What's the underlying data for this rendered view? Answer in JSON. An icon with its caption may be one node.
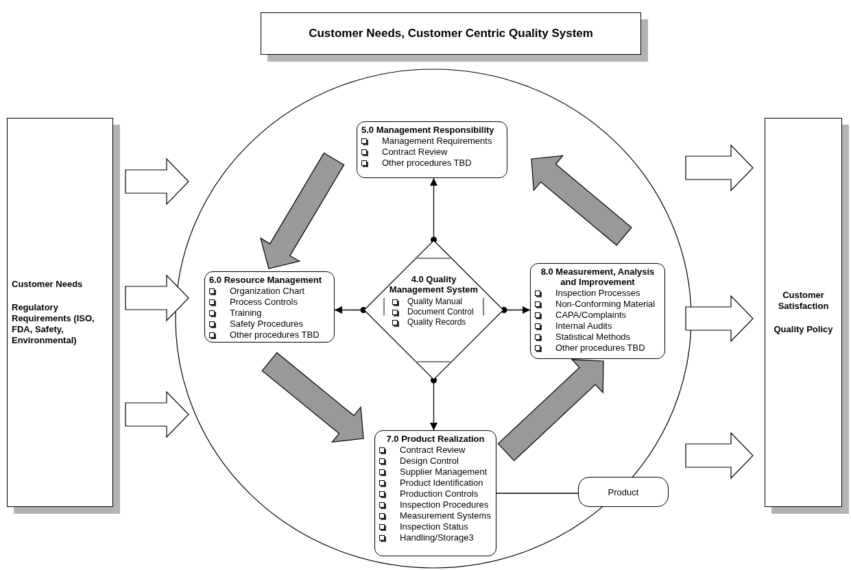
{
  "diagram": {
    "nodes": [
      {
        "text": [
          "Customer Needs, Customer Centric Quality System"
        ]
      },
      {
        "text": [
          "Customer Needs",
          "Regulatory Requirements (ISO, FDA, Safety, Environmental)"
        ]
      },
      {
        "text": [],
        "shape": "circle"
      },
      {
        "text": [
          "5.0 Management Responsibility",
          "Management Requirements",
          "Contract Review",
          "Other procedures TBD"
        ],
        "in": 2
      },
      {
        "text": [
          "6.0 Resource Management",
          "Organization Chart",
          "Process Controls",
          "Training",
          "Safety Procedures",
          "Other procedures TBD"
        ],
        "in": 2
      },
      {
        "text": [
          "4.0 Quality Management System",
          "Quality Manual",
          "Document Control",
          "Quality Records"
        ],
        "in": 2
      },
      {
        "text": [
          "8.0 Measurement, Analysis and Improvement",
          "Inspection Processes",
          "Non-Conforming Material",
          "CAPA/Complaints",
          "Internal Audits",
          "Statistical Methods",
          "Other procedures TBD"
        ],
        "in": 2
      },
      {
        "text": [
          "7.0 Product Realization",
          "Contract Review",
          "Design Control",
          "Supplier Management",
          "Product Identification",
          "Production Controls",
          "Inspection Procedures",
          "Measurement Systems",
          "Inspection Status",
          "Handling/Storage3"
        ],
        "in": 2
      },
      {
        "text": [
          "Product"
        ],
        "in": 2
      },
      {
        "text": [
          "Customer Satisfaction",
          "Quality Policy"
        ]
      }
    ],
    "edges": [
      {
        "from": 5,
        "to": 3,
        "arrow": "to"
      },
      {
        "from": 5,
        "to": 4,
        "arrow": "to"
      },
      {
        "from": 5,
        "to": 6,
        "arrow": "to"
      },
      {
        "from": 5,
        "to": 7,
        "arrow": "to"
      },
      {
        "from": 7,
        "to": 8,
        "arrow": "none"
      },
      {
        "from": 3,
        "to": 4,
        "arrow": "to",
        "style": "thick",
        "color": "#999999"
      },
      {
        "from": 4,
        "to": 7,
        "arrow": "to",
        "style": "thick",
        "color": "#999999"
      },
      {
        "from": 7,
        "to": 6,
        "arrow": "to",
        "style": "thick",
        "color": "#999999"
      },
      {
        "from": 6,
        "to": 3,
        "arrow": "to",
        "style": "thick",
        "color": "#999999"
      },
      {
        "from": 1,
        "to": 2,
        "arrow": "to",
        "style": "thick"
      },
      {
        "from": 1,
        "to": 2,
        "arrow": "to",
        "style": "thick"
      },
      {
        "from": 1,
        "to": 2,
        "arrow": "to",
        "style": "thick"
      },
      {
        "from": 2,
        "to": 9,
        "arrow": "to",
        "style": "thick"
      },
      {
        "from": 2,
        "to": 9,
        "arrow": "to",
        "style": "thick"
      },
      {
        "from": 2,
        "to": 9,
        "arrow": "to",
        "style": "thick"
      }
    ]
  }
}
